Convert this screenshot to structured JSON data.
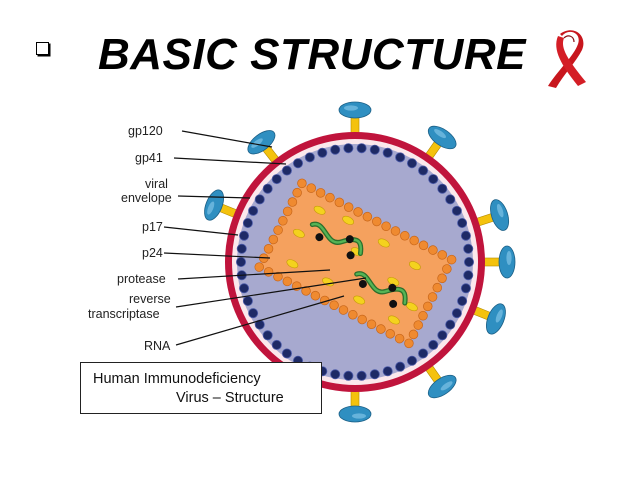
{
  "slide": {
    "bullet_icon": "square-bullet-icon",
    "title": "BASIC STRUCTURE",
    "ribbon_icon": "red-ribbon-icon"
  },
  "diagram": {
    "labels": {
      "gp120": "gp120",
      "gp41": "gp41",
      "viral_envelope_1": "viral",
      "viral_envelope_2": "envelope",
      "p17": "p17",
      "p24": "p24",
      "protease": "protease",
      "reverse_transcriptase_1": "reverse",
      "reverse_transcriptase_2": "transcriptase",
      "rna": "RNA"
    },
    "caption_line1": "Human Immunodeficiency",
    "caption_line2": "Virus – Structure",
    "colors": {
      "envelope": "#c0143c",
      "matrix_beads": "#1e2a66",
      "interior": "#a7a9cf",
      "capsid": "#f5a15e",
      "capsid_beads": "#ef8a30",
      "knob": "#2f8fc1",
      "stalk": "#f4c20d",
      "rna": "#3f9b3f"
    }
  }
}
